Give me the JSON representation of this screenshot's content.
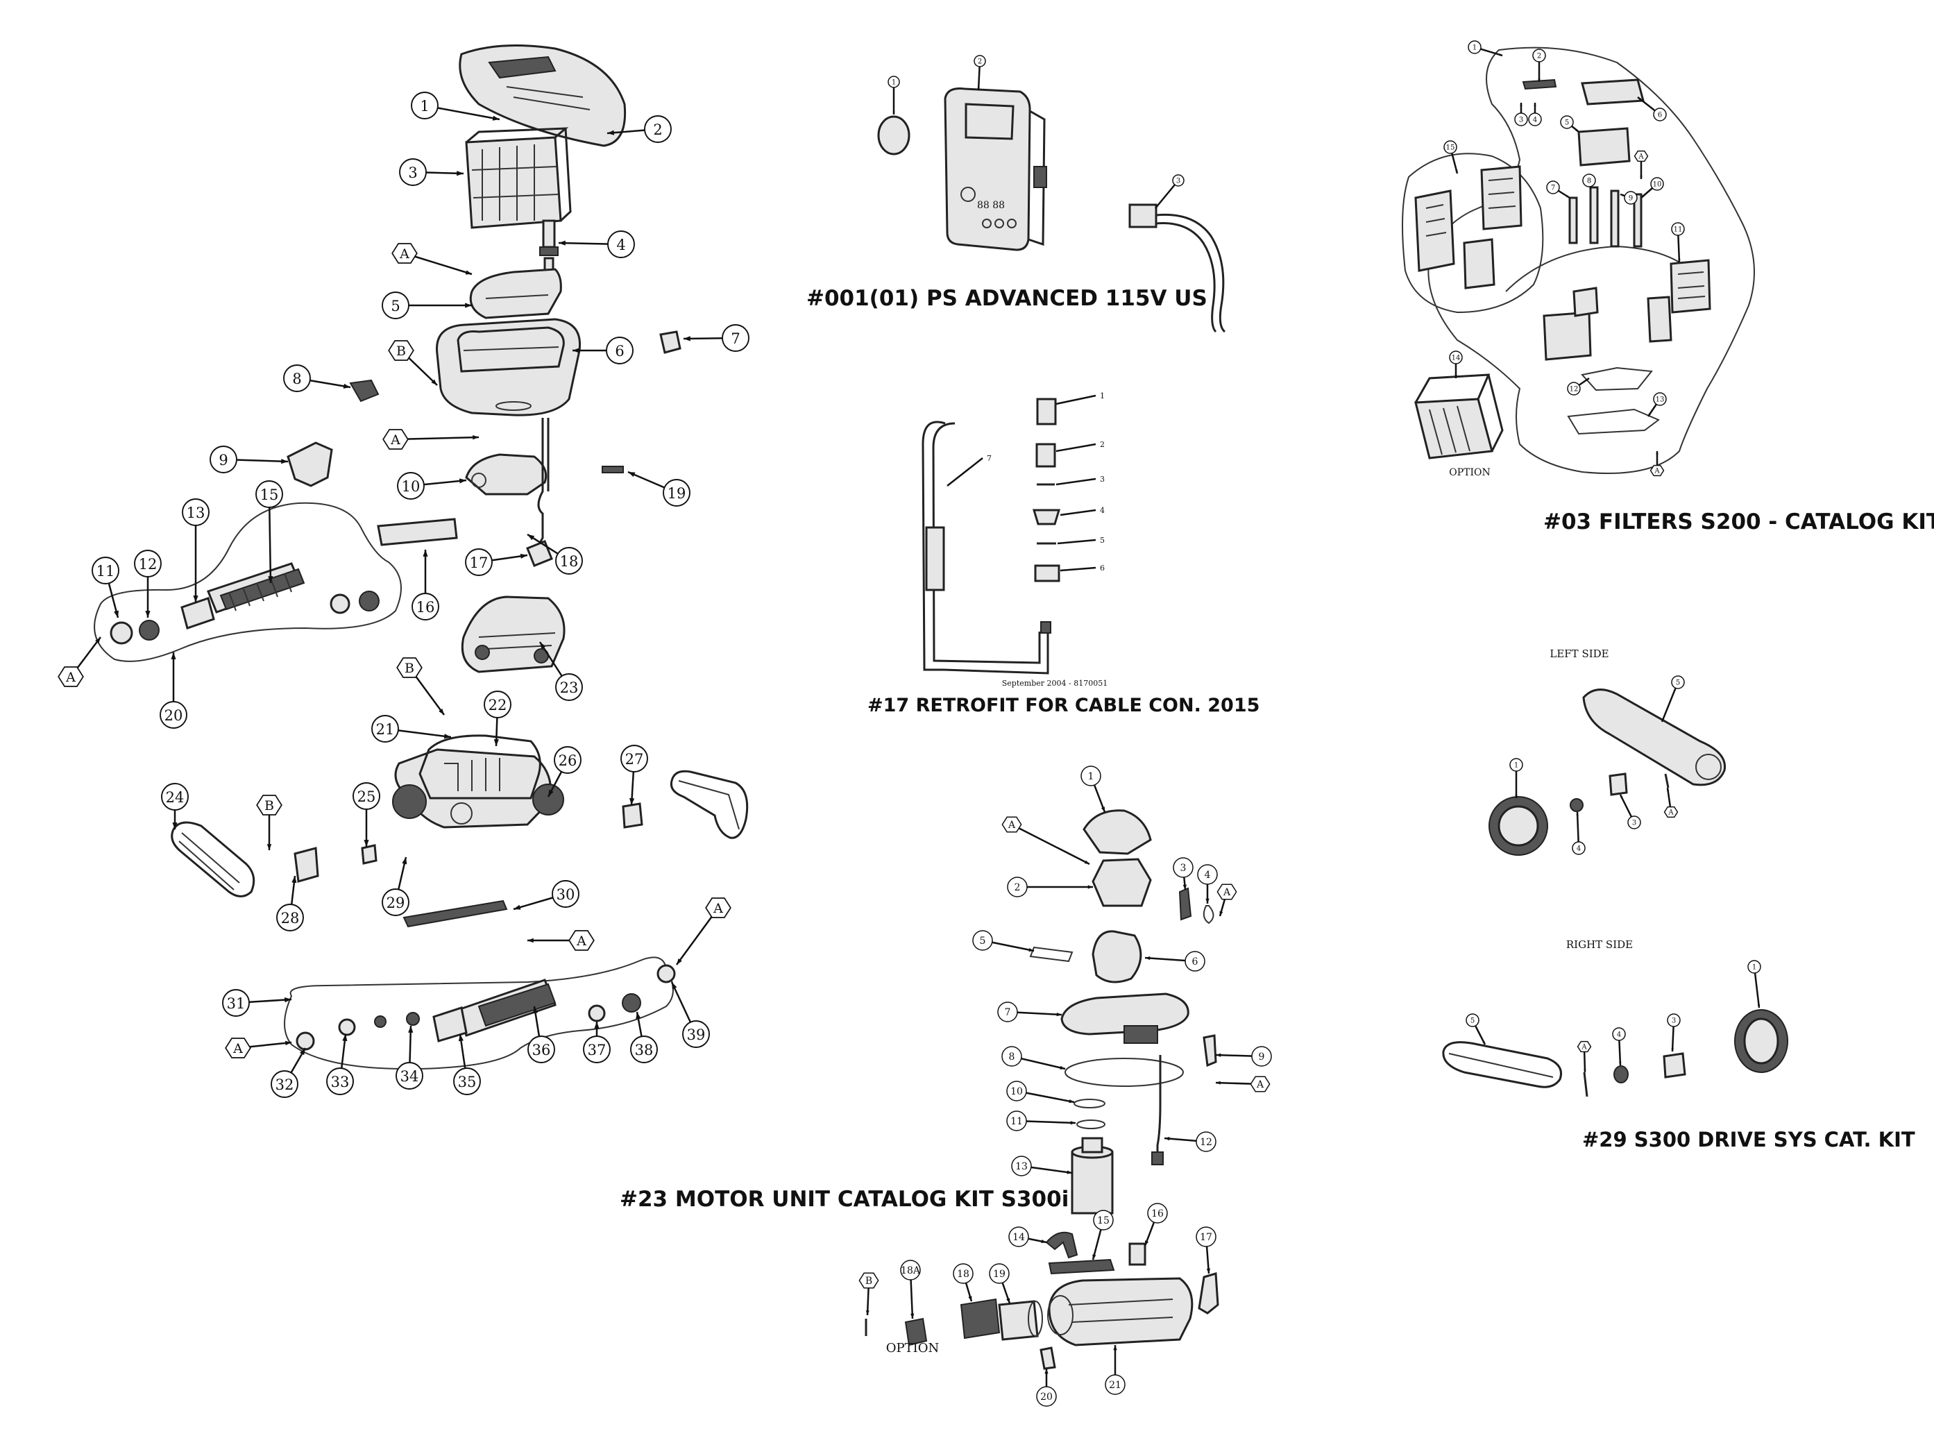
{
  "titles": {
    "power_supply": "#001(01) PS ADVANCED 115V US",
    "filters": "#03 FILTERS S200 - CATALOG KIT",
    "retrofit": "#17 RETROFIT FOR CABLE CON. 2015",
    "motor_unit": "#23 MOTOR UNIT CATALOG KIT S300i",
    "drive": "#29 S300 DRIVE SYS CAT. KIT"
  },
  "labels": {
    "retrofit_date": "September 2004 - 8170051",
    "option_filters": "OPTION",
    "option_motor": "OPTION",
    "left_side": "LEFT SIDE",
    "right_side": "RIGHT SIDE"
  },
  "power_supply_screen": {
    "display_value": "88 88"
  },
  "main_callouts": [
    "1",
    "2",
    "3",
    "4",
    "5",
    "6",
    "7",
    "8",
    "9",
    "10",
    "11",
    "12",
    "13",
    "15",
    "16",
    "17",
    "18",
    "19",
    "20",
    "21",
    "22",
    "23",
    "24",
    "25",
    "26",
    "27",
    "28",
    "29",
    "30",
    "31",
    "32",
    "33",
    "34",
    "35",
    "36",
    "37",
    "38",
    "39"
  ],
  "main_hex_callouts": [
    "A",
    "B",
    "A",
    "A",
    "B",
    "B",
    "A",
    "A",
    "A"
  ],
  "power_supply_callouts": [
    "1",
    "2",
    "3"
  ],
  "filters_callouts": [
    "1",
    "2",
    "3",
    "4",
    "5",
    "6",
    "7",
    "8",
    "9",
    "10",
    "11",
    "12",
    "13",
    "14",
    "15"
  ],
  "filters_hex_callouts": [
    "A",
    "A"
  ],
  "retrofit_callouts": [
    "1",
    "2",
    "3",
    "4",
    "5",
    "6",
    "7"
  ],
  "motor_callouts": [
    "1",
    "2",
    "3",
    "4",
    "5",
    "6",
    "7",
    "8",
    "9",
    "10",
    "11",
    "12",
    "13",
    "14",
    "15",
    "16",
    "17",
    "18",
    "18A",
    "19",
    "20",
    "21"
  ],
  "motor_hex_callouts": [
    "A",
    "A",
    "A",
    "B"
  ],
  "drive_left_callouts": [
    "5",
    "1",
    "4",
    "3"
  ],
  "drive_left_hex_callouts": [
    "A"
  ],
  "drive_right_callouts": [
    "5",
    "4",
    "3",
    "1"
  ],
  "drive_right_hex_callouts": [
    "A"
  ]
}
